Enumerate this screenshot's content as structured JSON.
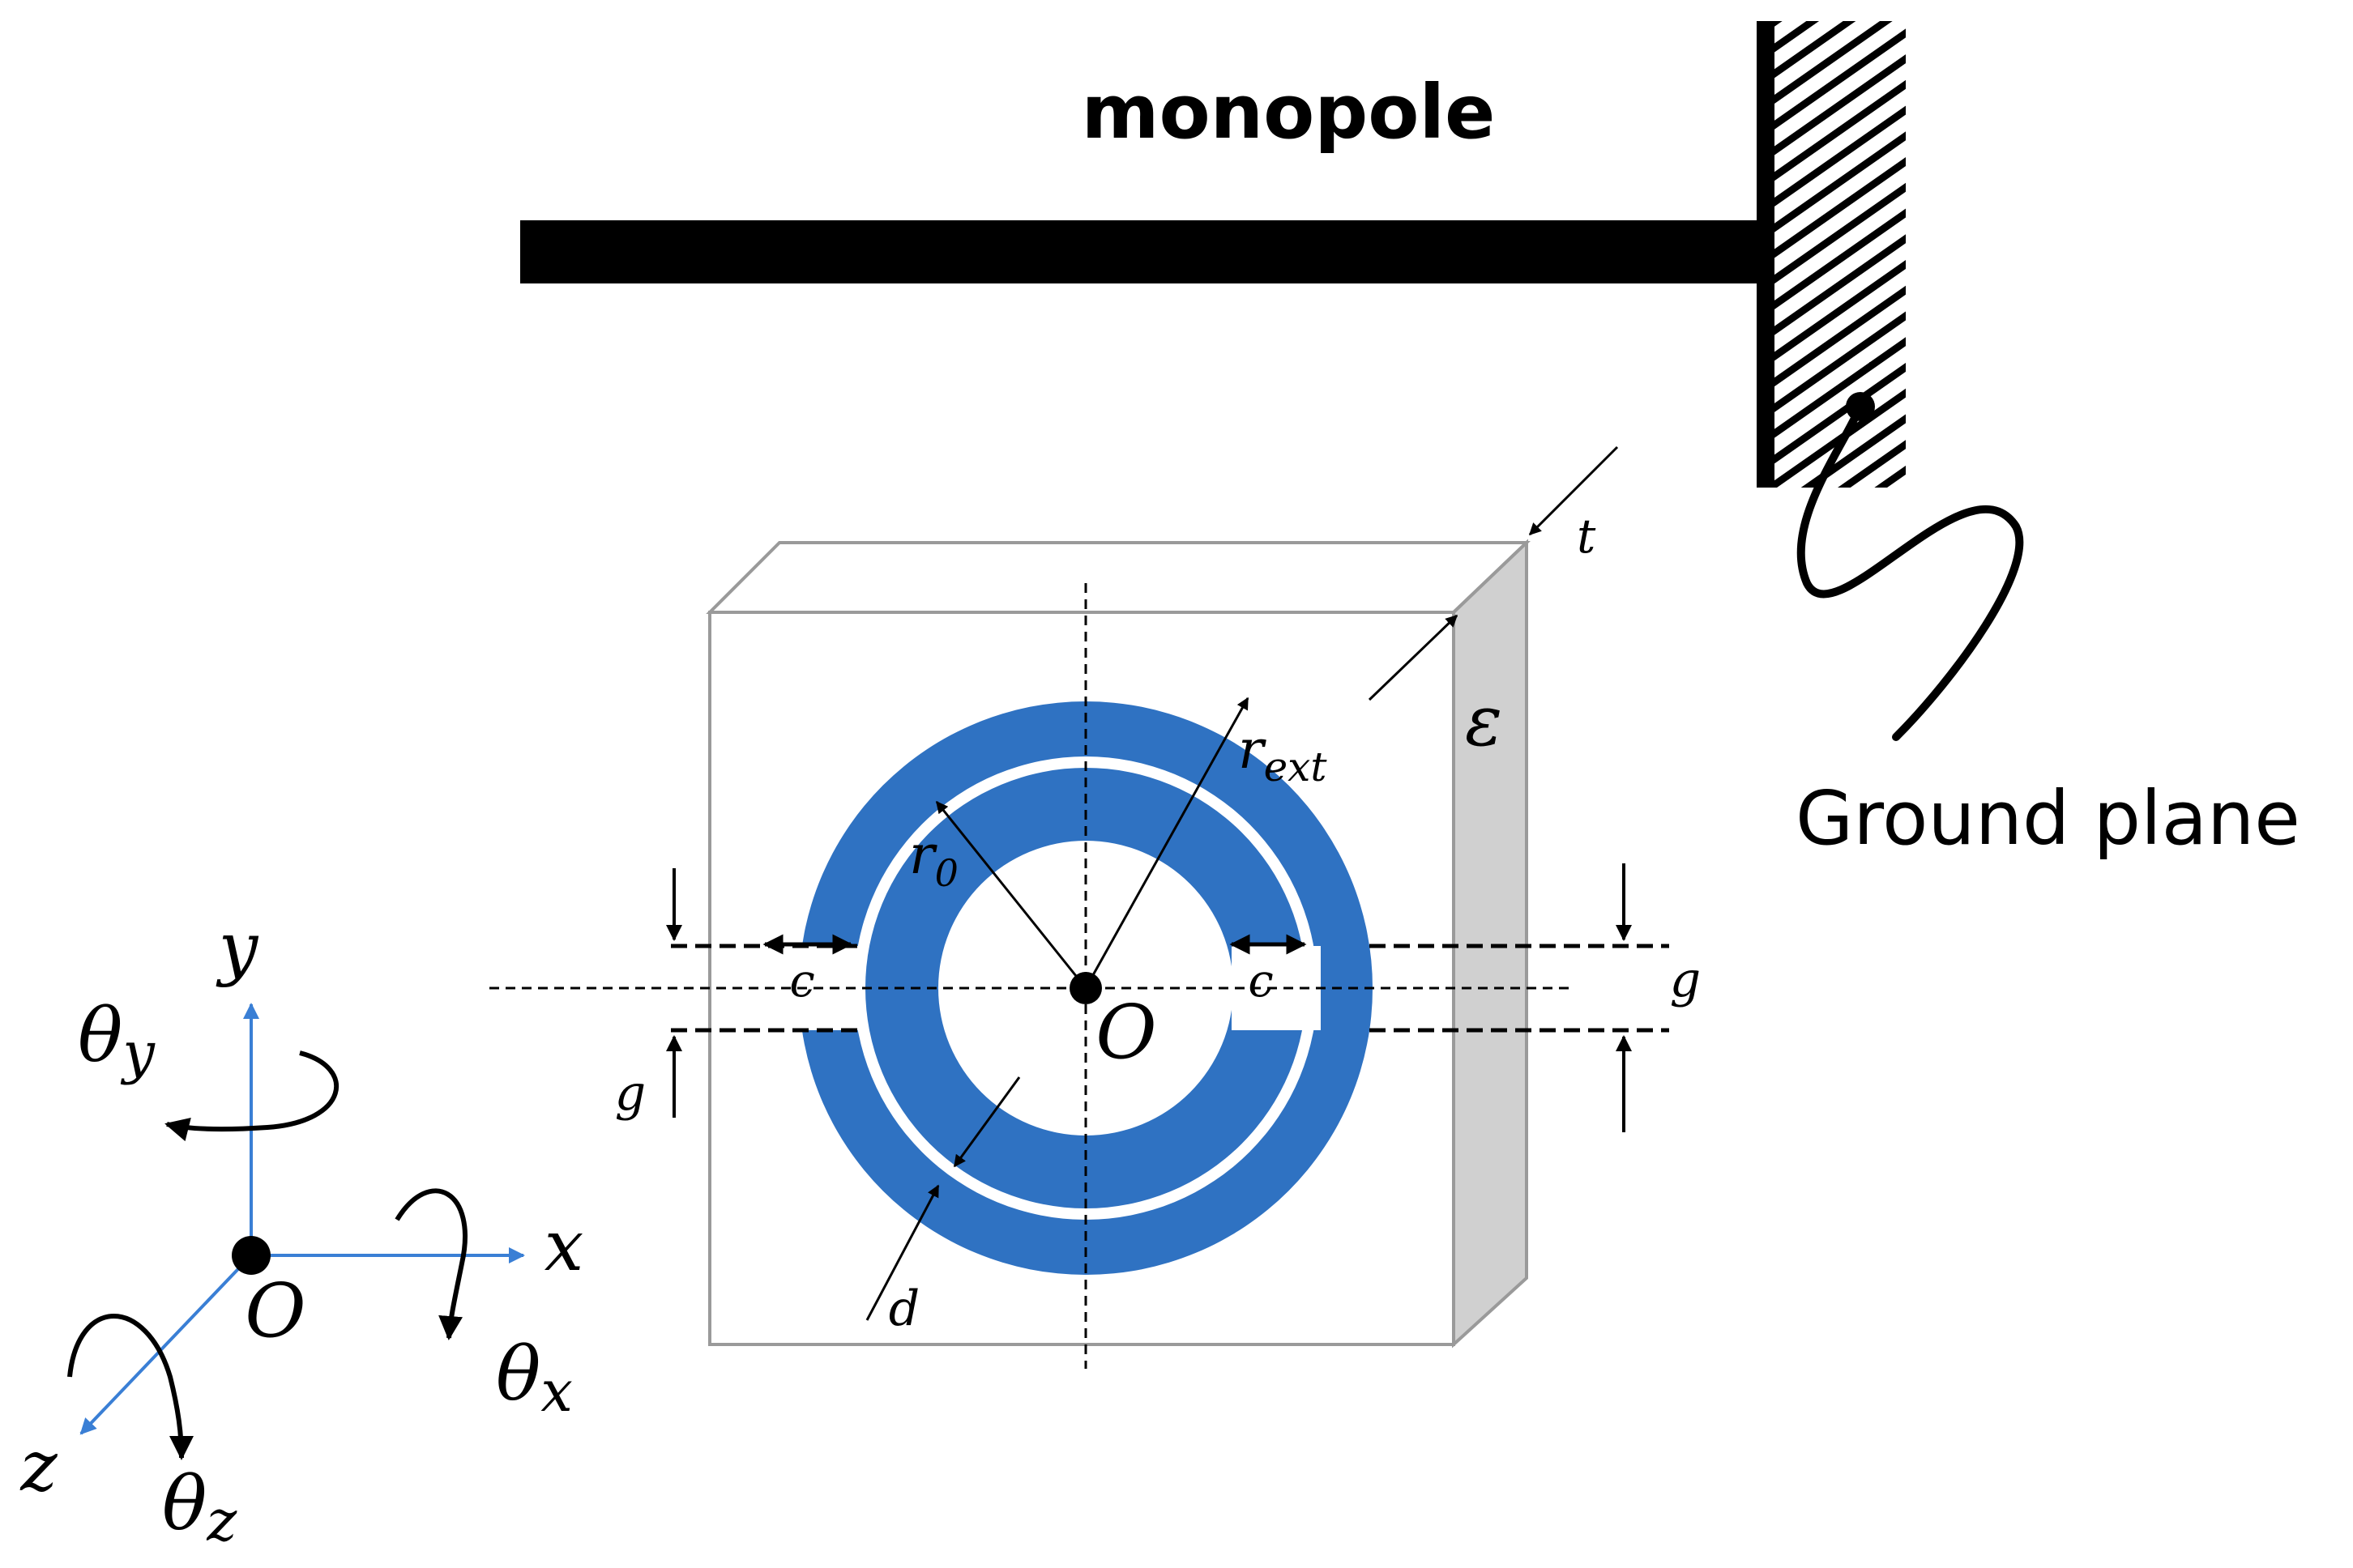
{
  "labels": {
    "monopole": "monopole",
    "ground_plane": "Ground plane",
    "t": "t",
    "epsilon": "ε",
    "r_ext_base": "r",
    "r_ext_sub": "ext",
    "r0_base": "r",
    "r0_sub": "0",
    "c": "c",
    "g": "g",
    "d": "d",
    "origin": "O"
  },
  "axes": {
    "y": "y",
    "x": "x",
    "z": "z",
    "origin": "O",
    "theta": "θ",
    "theta_y_sub": "y",
    "theta_x_sub": "x",
    "theta_z_sub": "z"
  },
  "colors": {
    "ring": "#2f72c2",
    "axis": "#3a7fd5",
    "substrate_side": "#d0d0d0",
    "substrate_edge": "#9a9a9a",
    "ink": "#000000"
  }
}
